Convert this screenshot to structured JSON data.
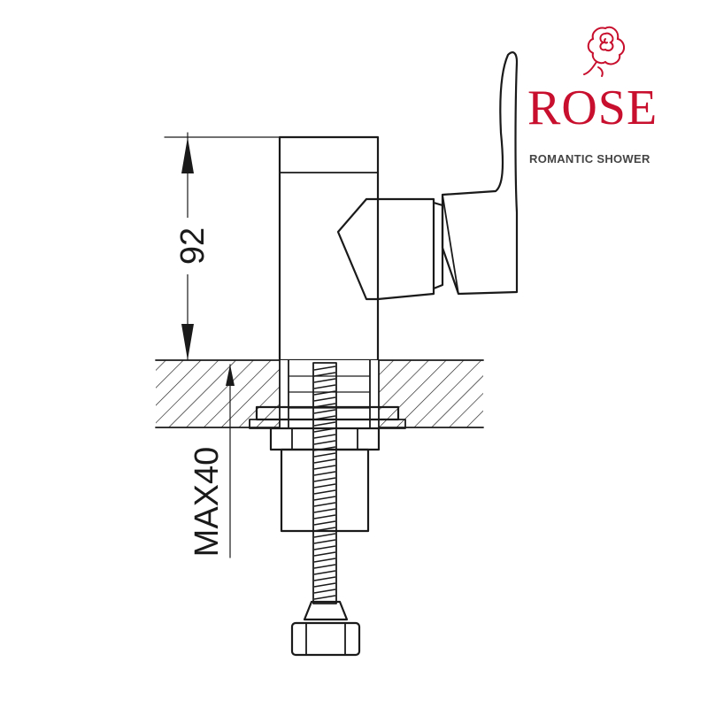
{
  "brand": {
    "name": "ROSE",
    "tagline": "ROMANTIC SHOWER",
    "color": "#c8102e",
    "logo_icon": "rose-flower-icon"
  },
  "dimensions": {
    "height_label": "92",
    "mounting_label": "MAX40"
  },
  "colors": {
    "line": "#1a1a1a",
    "background": "#ffffff"
  }
}
